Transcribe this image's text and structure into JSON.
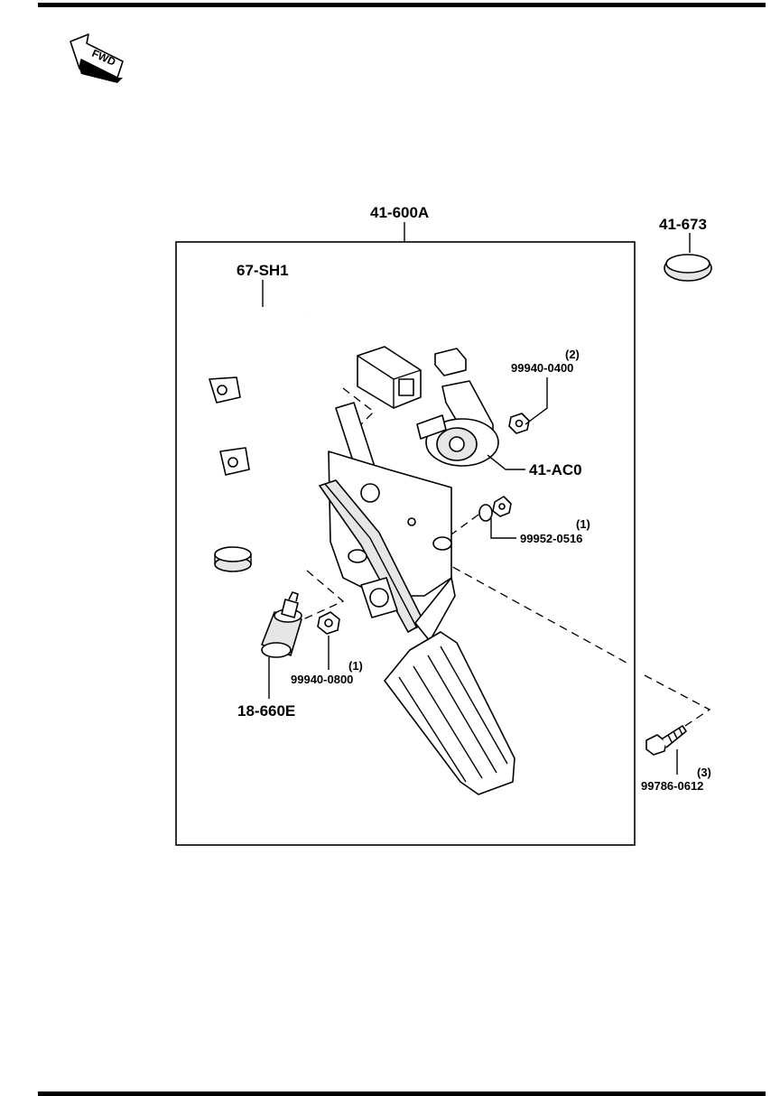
{
  "fwd_label": "FWD",
  "assembly_label": "41-600A",
  "labels": {
    "harness": "67-SH1",
    "cap": "41-673",
    "sensor": "41-AC0",
    "nut_small_qty": "(2)",
    "nut_small_part": "99940-0400",
    "washer_qty": "(1)",
    "washer_part": "99952-0516",
    "nut_large_qty": "(1)",
    "nut_large_part": "99940-0800",
    "switch": "18-660E",
    "bolt_qty": "(3)",
    "bolt_part": "99786-0612"
  }
}
